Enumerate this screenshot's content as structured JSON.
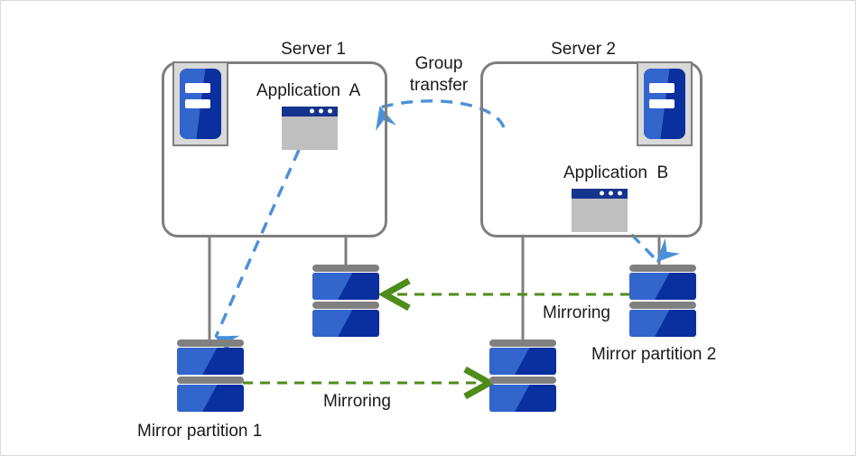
{
  "diagram": {
    "title": "Group transfer and mirroring between two servers",
    "background": "#ffffff",
    "border_color": "#dcdcdc"
  },
  "colors": {
    "server_box_border": "#7f7f7f",
    "server_icon_frame": "#d9d9d9",
    "server_icon_blue_dark": "#0a2f9e",
    "server_icon_blue_light": "#3366cc",
    "app_titlebar": "#15348e",
    "app_body": "#bfbfbf",
    "disk_cap_gray": "#808080",
    "connector_gray": "#7f7f7f",
    "transfer_arrow_blue": "#4a90d9",
    "mirroring_arrow_green": "#4e8c1b",
    "text": "#1a1a1a"
  },
  "servers": [
    {
      "id": "server-1",
      "label": "Server 1",
      "icon": "server-icon",
      "application": {
        "label": "Application  A",
        "icon": "application-window-icon"
      }
    },
    {
      "id": "server-2",
      "label": "Server 2",
      "icon": "server-icon",
      "application": {
        "label": "Application  B",
        "icon": "application-window-icon"
      }
    }
  ],
  "disks": [
    {
      "id": "disk-mirror-partition-1",
      "label": "Mirror partition 1",
      "icon": "disk-icon"
    },
    {
      "id": "disk-server1-secondary",
      "label": "",
      "icon": "disk-icon"
    },
    {
      "id": "disk-server2-secondary",
      "label": "",
      "icon": "disk-icon"
    },
    {
      "id": "disk-mirror-partition-2",
      "label": "Mirror partition 2",
      "icon": "disk-icon"
    }
  ],
  "labels": {
    "server1": "Server 1",
    "server2": "Server 2",
    "application_a": "Application  A",
    "application_b": "Application  B",
    "group_transfer_line1": "Group",
    "group_transfer_line2": "transfer",
    "mirroring_top": "Mirroring",
    "mirroring_bottom": "Mirroring",
    "mirror_partition_1": "Mirror partition 1",
    "mirror_partition_2": "Mirror partition 2"
  },
  "arrows": [
    {
      "name": "group-transfer-arrow",
      "style": "dashed-curved",
      "color": "#4a90d9",
      "from": "server-2",
      "to": "server-1",
      "label": "Group transfer"
    },
    {
      "name": "application-a-to-mirror-partition-1-arrow",
      "style": "dashed",
      "color": "#4a90d9",
      "from": "application-a",
      "to": "mirror-partition-1"
    },
    {
      "name": "application-a-to-server2-disk-arrow",
      "style": "dashed",
      "color": "#4a90d9",
      "from": "application-a",
      "to": "mirror-partition-2"
    },
    {
      "name": "application-b-to-mirror-partition-2-arrow",
      "style": "dashed",
      "color": "#4a90d9",
      "from": "application-b",
      "to": "mirror-partition-2"
    },
    {
      "name": "mirroring-top-arrow",
      "style": "dashed",
      "color": "#4e8c1b",
      "direction": "right-to-left",
      "label": "Mirroring"
    },
    {
      "name": "mirroring-bottom-arrow",
      "style": "dashed",
      "color": "#4e8c1b",
      "direction": "left-to-right",
      "label": "Mirroring"
    }
  ]
}
